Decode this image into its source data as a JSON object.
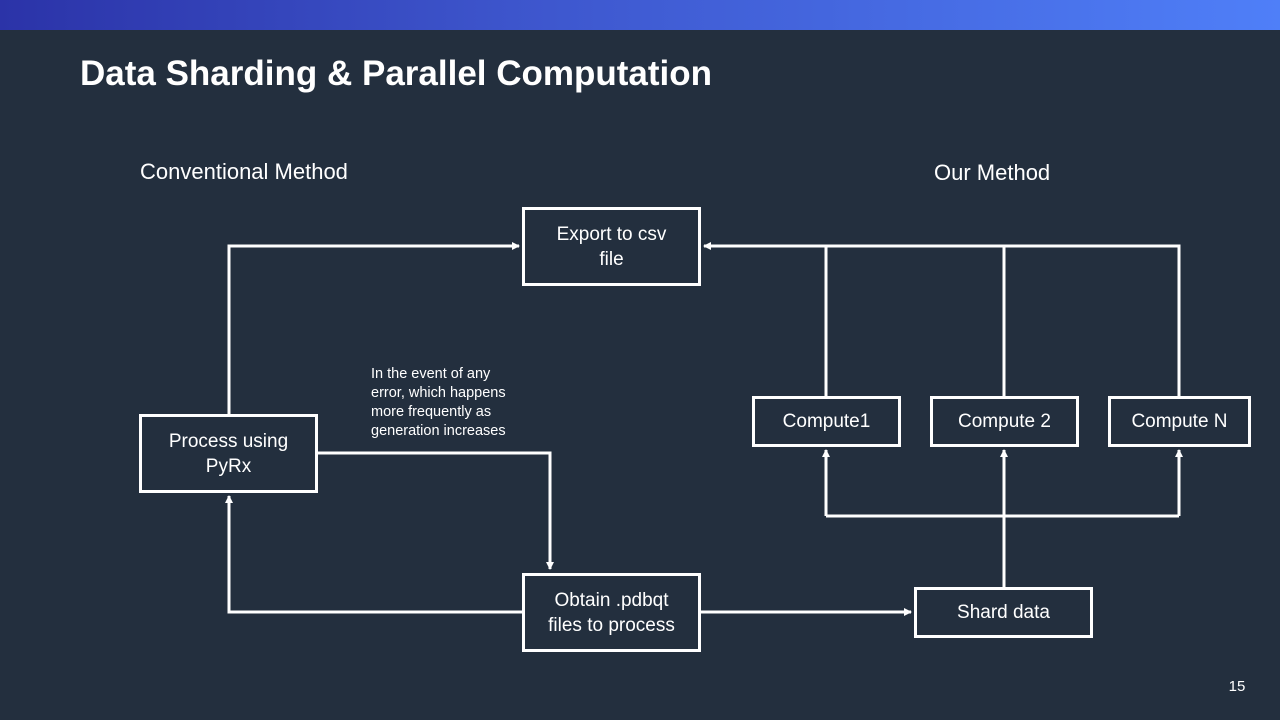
{
  "slide": {
    "title": "Data Sharding & Parallel Computation",
    "page_number": "15"
  },
  "sections": {
    "conventional": "Conventional Method",
    "ours": "Our Method"
  },
  "nodes": {
    "export_csv": "Export to csv\nfile",
    "process_pyrx": "Process using\nPyRx",
    "obtain_pdbqt": "Obtain .pdbqt\nfiles to process",
    "shard_data": "Shard data",
    "compute_1": "Compute1",
    "compute_2": "Compute  2",
    "compute_n": "Compute  N"
  },
  "annotation": "In the event of any\nerror, which happens\nmore frequently  as\ngeneration increases",
  "colors": {
    "background": "#232f3e",
    "accent_bar_start": "#2b33a8",
    "accent_bar_end": "#4f7ff8",
    "foreground": "#ffffff"
  }
}
